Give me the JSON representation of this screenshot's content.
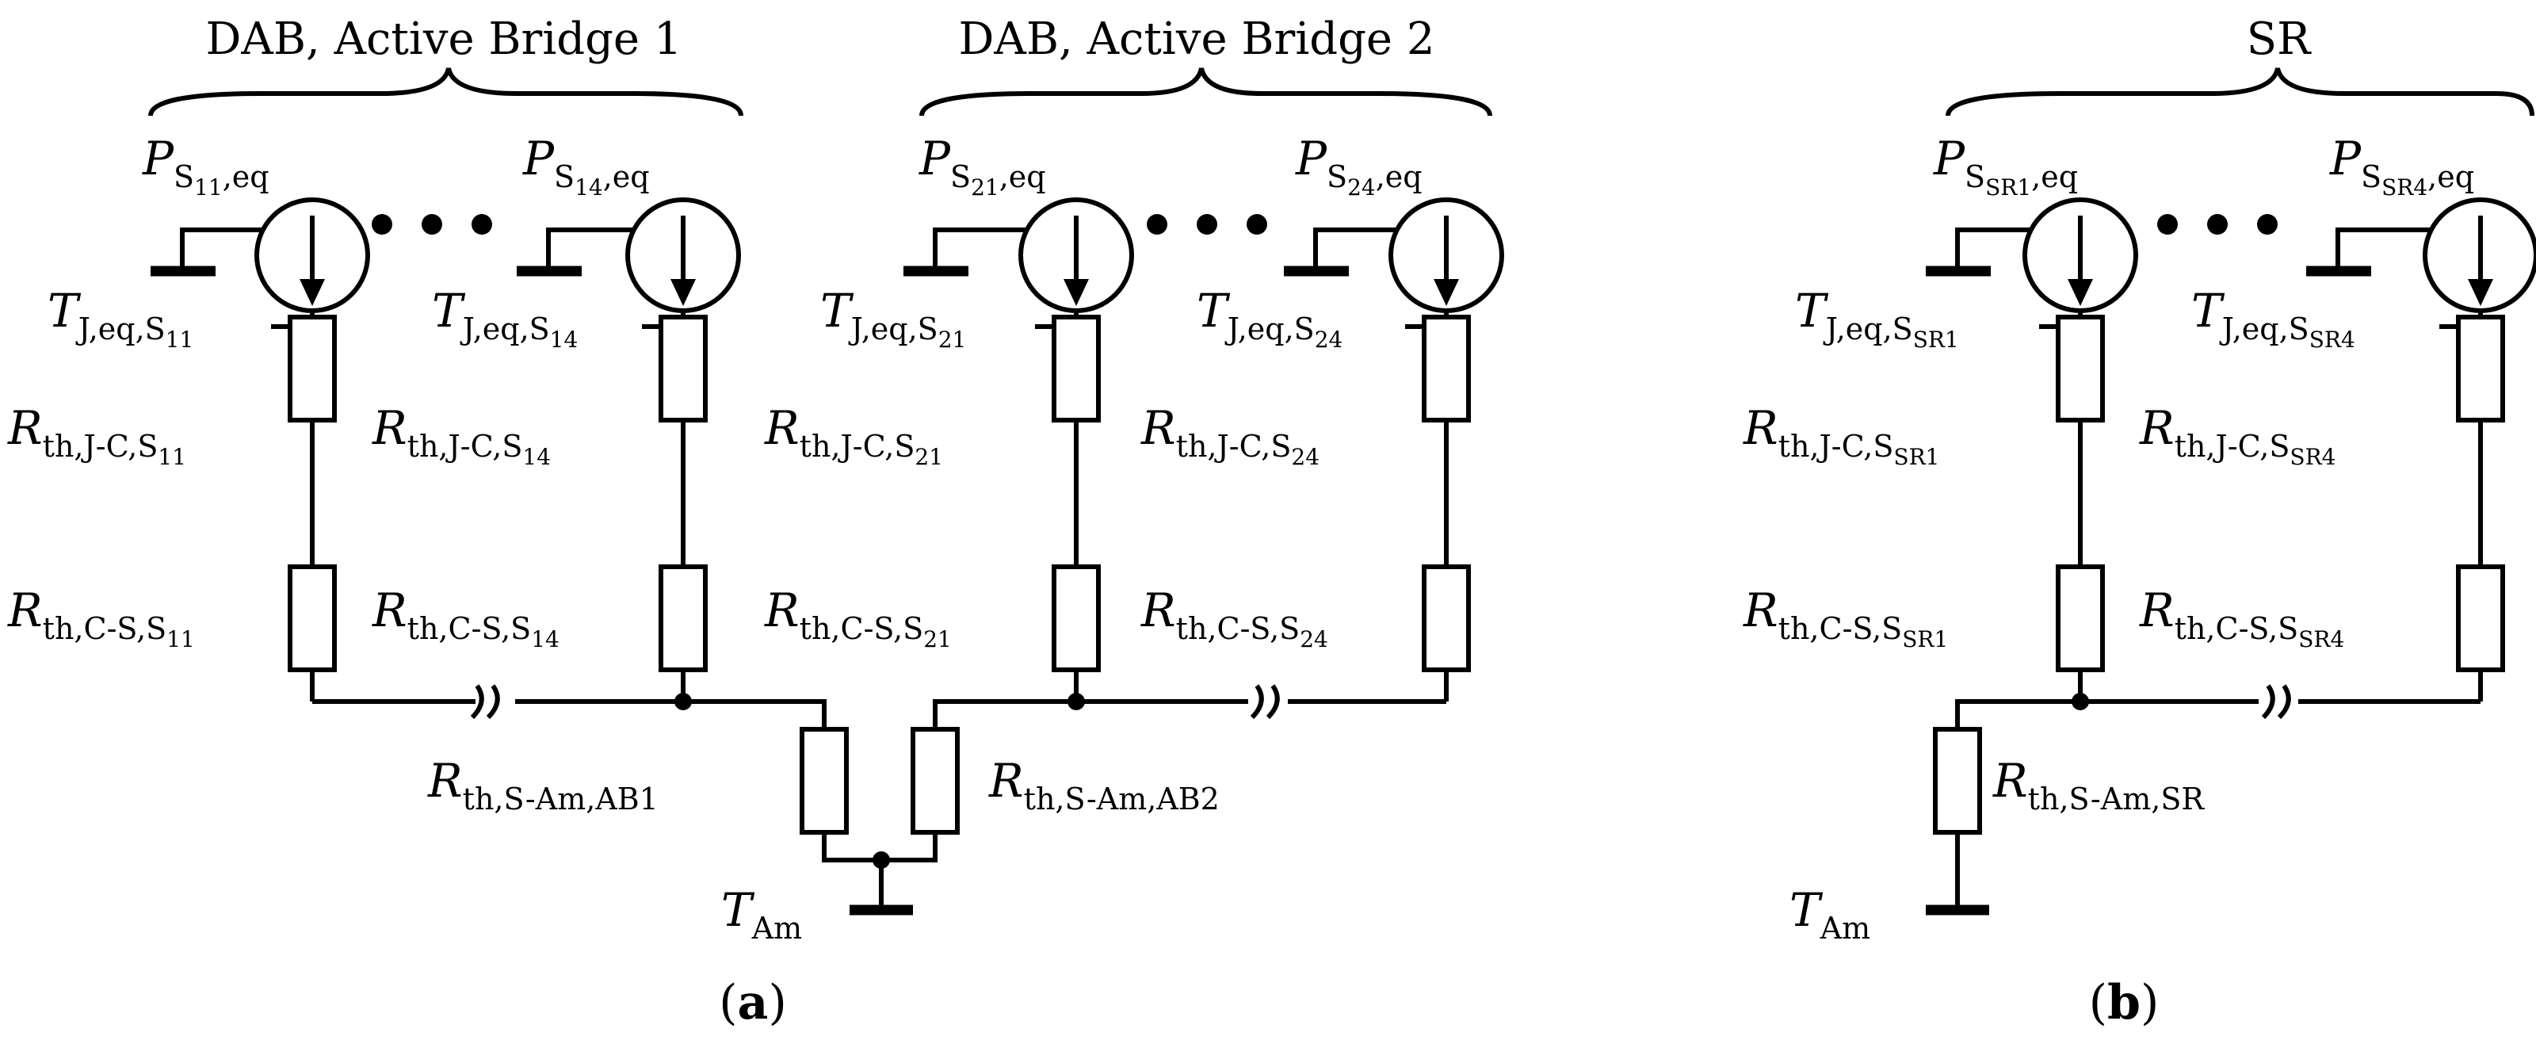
{
  "headers": {
    "ab1": "DAB, Active Bridge 1",
    "ab2": "DAB, Active Bridge 2",
    "sr": "SR"
  },
  "captions": {
    "a": "a",
    "b": "b"
  },
  "ambient": {
    "sym": "T",
    "sub": "Am"
  },
  "sa_resistors": {
    "ab1": {
      "sym": "R",
      "sub": "th,S-Am,AB1"
    },
    "ab2": {
      "sym": "R",
      "sub": "th,S-Am,AB2"
    },
    "sr": {
      "sym": "R",
      "sub": "th,S-Am,SR"
    }
  },
  "switches": [
    {
      "P": {
        "sym": "P",
        "S": "S",
        "sub2": "11",
        "post": ",eq"
      },
      "T": {
        "sym": "T",
        "pre": "J,eq,",
        "S": "S",
        "sub2": "11"
      },
      "Rjc": {
        "sym": "R",
        "pre": "th,J-C,",
        "S": "S",
        "sub2": "11"
      },
      "Rcs": {
        "sym": "R",
        "pre": "th,C-S,",
        "S": "S",
        "sub2": "11"
      }
    },
    {
      "P": {
        "sym": "P",
        "S": "S",
        "sub2": "14",
        "post": ",eq"
      },
      "T": {
        "sym": "T",
        "pre": "J,eq,",
        "S": "S",
        "sub2": "14"
      },
      "Rjc": {
        "sym": "R",
        "pre": "th,J-C,",
        "S": "S",
        "sub2": "14"
      },
      "Rcs": {
        "sym": "R",
        "pre": "th,C-S,",
        "S": "S",
        "sub2": "14"
      }
    },
    {
      "P": {
        "sym": "P",
        "S": "S",
        "sub2": "21",
        "post": ",eq"
      },
      "T": {
        "sym": "T",
        "pre": "J,eq,",
        "S": "S",
        "sub2": "21"
      },
      "Rjc": {
        "sym": "R",
        "pre": "th,J-C,",
        "S": "S",
        "sub2": "21"
      },
      "Rcs": {
        "sym": "R",
        "pre": "th,C-S,",
        "S": "S",
        "sub2": "21"
      }
    },
    {
      "P": {
        "sym": "P",
        "S": "S",
        "sub2": "24",
        "post": ",eq"
      },
      "T": {
        "sym": "T",
        "pre": "J,eq,",
        "S": "S",
        "sub2": "24"
      },
      "Rjc": {
        "sym": "R",
        "pre": "th,J-C,",
        "S": "S",
        "sub2": "24"
      },
      "Rcs": {
        "sym": "R",
        "pre": "th,C-S,",
        "S": "S",
        "sub2": "24"
      }
    },
    {
      "P": {
        "sym": "P",
        "S": "S",
        "sub2": "SR1",
        "post": ",eq"
      },
      "T": {
        "sym": "T",
        "pre": "J,eq,",
        "S": "S",
        "sub2": "SR1"
      },
      "Rjc": {
        "sym": "R",
        "pre": "th,J-C,",
        "S": "S",
        "sub2": "SR1"
      },
      "Rcs": {
        "sym": "R",
        "pre": "th,C-S,",
        "S": "S",
        "sub2": "SR1"
      }
    },
    {
      "P": {
        "sym": "P",
        "S": "S",
        "sub2": "SR4",
        "post": ",eq"
      },
      "T": {
        "sym": "T",
        "pre": "J,eq,",
        "S": "S",
        "sub2": "SR4"
      },
      "Rjc": {
        "sym": "R",
        "pre": "th,J-C,",
        "S": "S",
        "sub2": "SR4"
      },
      "Rcs": {
        "sym": "R",
        "pre": "th,C-S,",
        "S": "S",
        "sub2": "SR4"
      }
    }
  ]
}
